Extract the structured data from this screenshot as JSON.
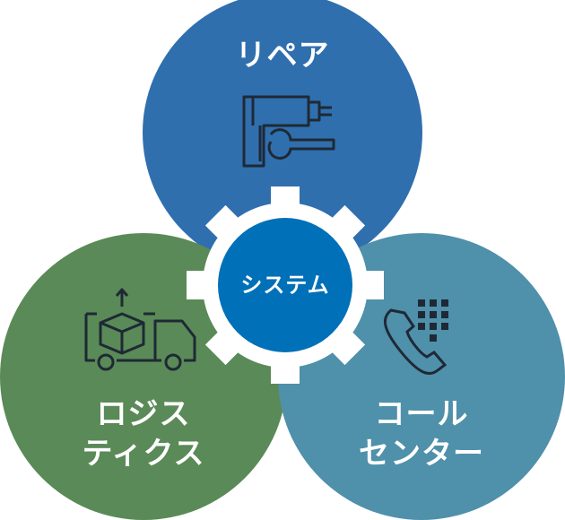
{
  "circles": {
    "repair": {
      "label": "リペア",
      "color": "#2f6fae",
      "icon": "drill-wrench-icon"
    },
    "logistics": {
      "label_line1": "ロジス",
      "label_line2": "ティクス",
      "color": "#5a8a57",
      "icon": "delivery-truck-box-icon"
    },
    "callcenter": {
      "label_line1": "コール",
      "label_line2": "センター",
      "color": "#4f90ab",
      "icon": "phone-keypad-icon"
    }
  },
  "center": {
    "label": "システム",
    "color": "#0070b8",
    "icon": "gear-icon"
  },
  "icon_color": "#1f2935"
}
